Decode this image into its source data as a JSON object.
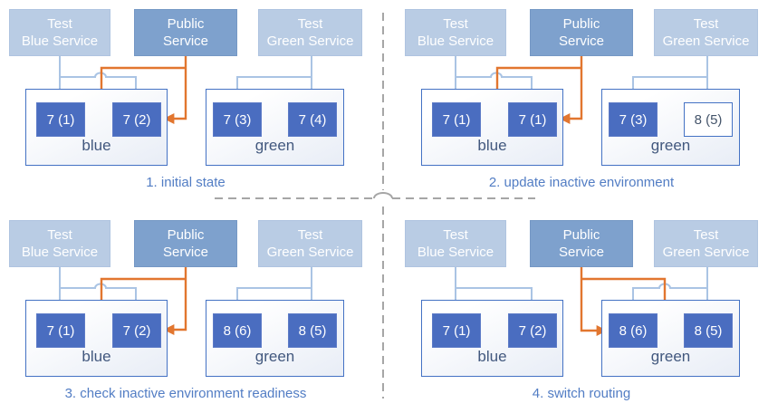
{
  "colors": {
    "service_light_bg": "#b9cce4",
    "service_public_bg": "#7ea1cd",
    "pod_fill": "#4a6dc0",
    "pod_outline_border": "#4472c4",
    "env_border": "#4472c4",
    "arrow_light_blue": "#aac4e4",
    "arrow_orange": "#e2762f",
    "caption_text": "#527dc4",
    "env_label_text": "#42587e",
    "separator_gray": "#a6a6a6"
  },
  "shared": {
    "services": {
      "test_blue": {
        "line1": "Test",
        "line2": "Blue Service"
      },
      "public": {
        "line1": "Public",
        "line2": "Service"
      },
      "test_green": {
        "line1": "Test",
        "line2": "Green Service"
      }
    },
    "env_labels": {
      "blue": "blue",
      "green": "green"
    }
  },
  "panels": [
    {
      "caption": "1. initial state",
      "public_routes_to": "blue",
      "blue_pods": [
        {
          "label": "7 (1)",
          "style": "solid"
        },
        {
          "label": "7 (2)",
          "style": "solid"
        }
      ],
      "green_pods": [
        {
          "label": "7 (3)",
          "style": "solid"
        },
        {
          "label": "7 (4)",
          "style": "solid"
        }
      ]
    },
    {
      "caption": "2. update inactive environment",
      "public_routes_to": "blue",
      "blue_pods": [
        {
          "label": "7 (1)",
          "style": "solid"
        },
        {
          "label": "7 (1)",
          "style": "solid"
        }
      ],
      "green_pods": [
        {
          "label": "7 (3)",
          "style": "solid"
        },
        {
          "label": "8 (5)",
          "style": "outline"
        }
      ]
    },
    {
      "caption": "3. check inactive environment readiness",
      "public_routes_to": "blue",
      "blue_pods": [
        {
          "label": "7 (1)",
          "style": "solid"
        },
        {
          "label": "7 (2)",
          "style": "solid"
        }
      ],
      "green_pods": [
        {
          "label": "8 (6)",
          "style": "solid"
        },
        {
          "label": "8 (5)",
          "style": "solid"
        }
      ]
    },
    {
      "caption": "4. switch routing",
      "public_routes_to": "green",
      "blue_pods": [
        {
          "label": "7 (1)",
          "style": "solid"
        },
        {
          "label": "7 (2)",
          "style": "solid"
        }
      ],
      "green_pods": [
        {
          "label": "8 (6)",
          "style": "solid"
        },
        {
          "label": "8 (5)",
          "style": "solid"
        }
      ]
    }
  ]
}
